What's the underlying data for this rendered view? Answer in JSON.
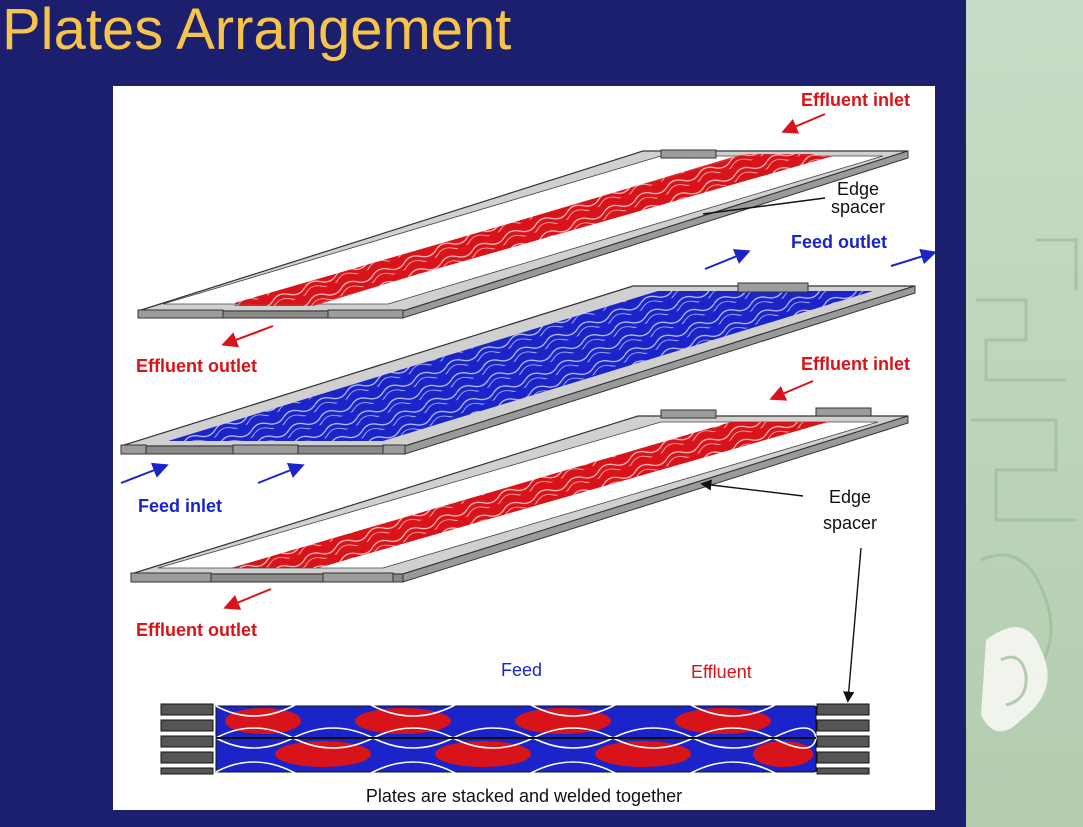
{
  "slide": {
    "title": "Plates Arrangement"
  },
  "figure": {
    "labels": {
      "effluent_inlet_top": "Effluent inlet",
      "edge_spacer_top": "Edge\nspacer",
      "feed_outlet": "Feed outlet",
      "effluent_outlet_top": "Effluent outlet",
      "effluent_inlet_bottom": "Effluent inlet",
      "feed_inlet": "Feed inlet",
      "edge_spacer_bottom": "Edge\nspacer",
      "effluent_outlet_bottom": "Effluent outlet",
      "feed": "Feed",
      "effluent": "Effluent",
      "caption": "Plates are stacked and welded together"
    },
    "colors": {
      "effluent": "#d8141a",
      "feed": "#1a24c8",
      "plate": "#bdbdbd",
      "background": "#1b1f6e",
      "title": "#f6c44a"
    }
  }
}
